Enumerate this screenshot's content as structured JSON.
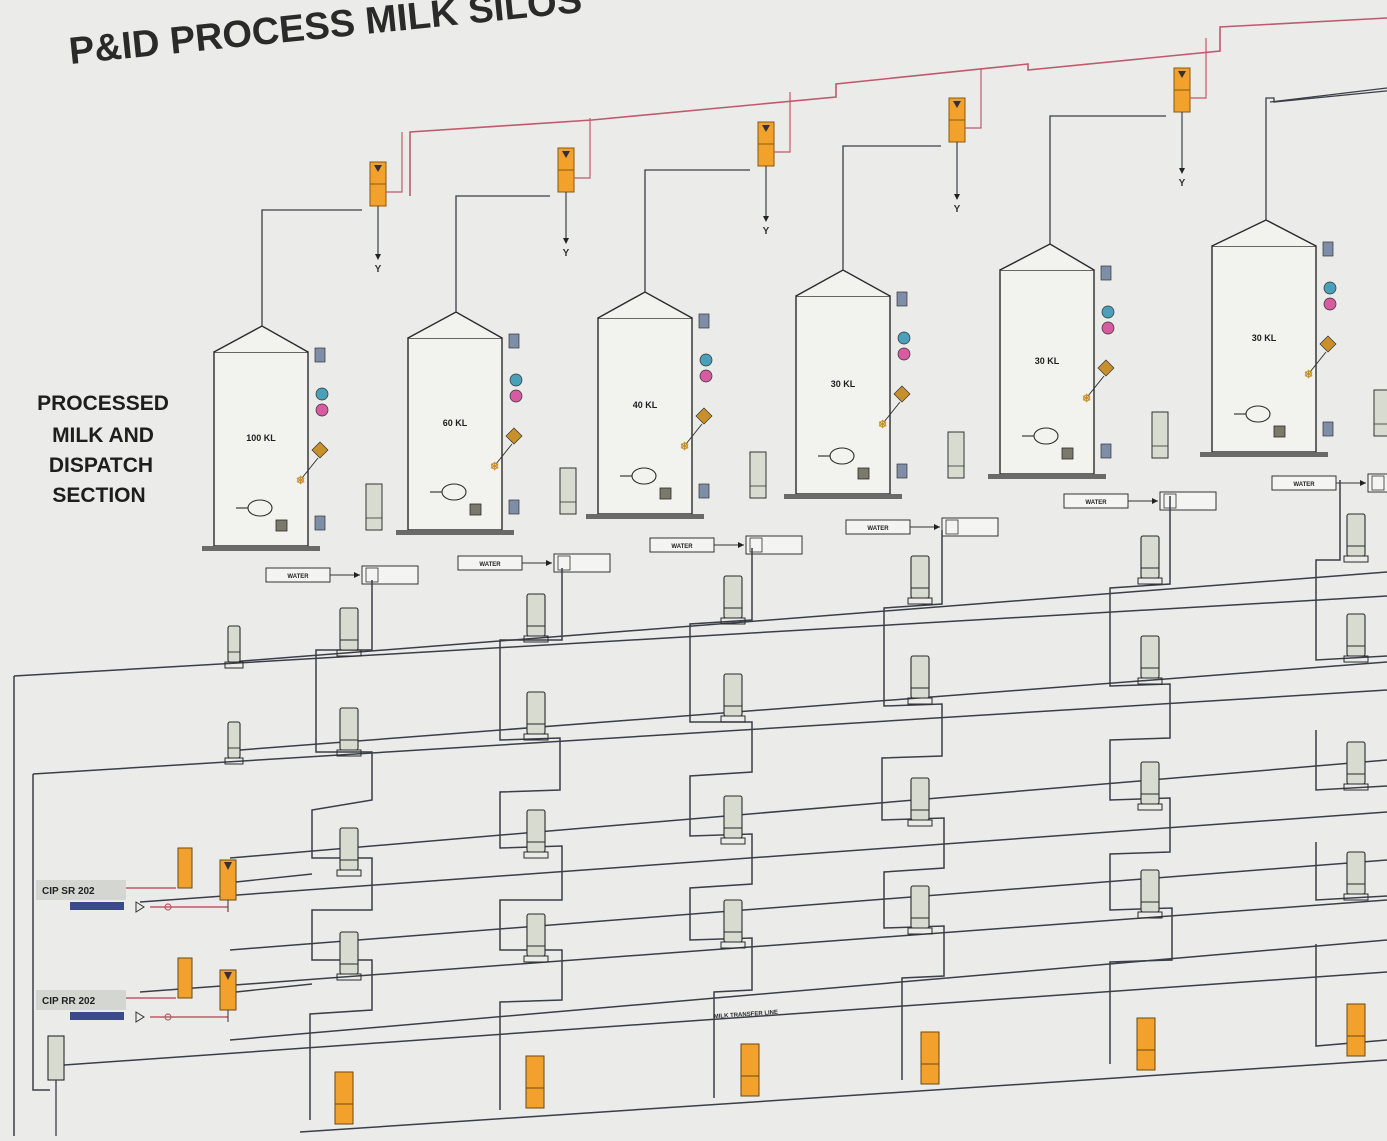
{
  "title": "P&ID PROCESS MILK SILOS",
  "section_label": [
    "PROCESSED",
    "MILK AND",
    "DISPATCH",
    "SECTION"
  ],
  "silos": [
    {
      "capacity": "100 KL"
    },
    {
      "capacity": "60 KL"
    },
    {
      "capacity": "40 KL"
    },
    {
      "capacity": "30 KL"
    },
    {
      "capacity": "30 KL"
    },
    {
      "capacity": "30 KL"
    }
  ],
  "water_label": "WATER",
  "drain_symbol": "Y",
  "cip_lines": [
    {
      "label": "CIP SR 202"
    },
    {
      "label": "CIP RR 202"
    }
  ],
  "line_label": "MILK TRANSFER LINE",
  "colors": {
    "background": "#ebebea",
    "ink": "#2a2a2a",
    "pipe": "#3a3e48",
    "cip_supply_line": "#c05a6a",
    "valve_orange": "#f2a12c",
    "valve_body": "#d8dbd0",
    "instrument_blue": "#4aa0b8",
    "instrument_pink": "#d85aa0",
    "instrument_gold": "#c8902a"
  }
}
